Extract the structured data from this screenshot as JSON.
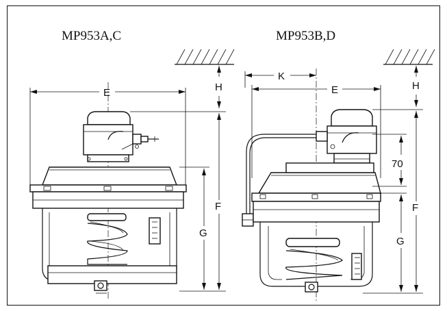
{
  "left_view": {
    "title": "MP953A,C",
    "dims": {
      "e": "E",
      "h": "H",
      "f": "F",
      "g": "G"
    }
  },
  "right_view": {
    "title": "MP953B,D",
    "dims": {
      "k": "K",
      "e": "E",
      "h": "H",
      "f": "F",
      "g": "G",
      "d70": "70"
    }
  }
}
